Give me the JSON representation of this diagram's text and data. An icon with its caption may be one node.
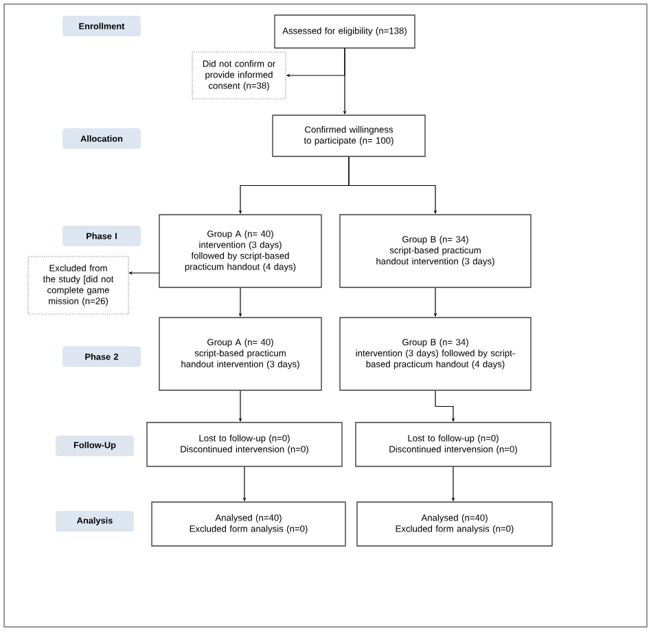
{
  "diagram": {
    "nodes": [
      {
        "text": [
          "Enrollment"
        ]
      },
      {
        "text": [
          "Allocation"
        ]
      },
      {
        "text": [
          "Phase I"
        ]
      },
      {
        "text": [
          "Phase 2"
        ]
      },
      {
        "text": [
          "Follow-Up"
        ]
      },
      {
        "text": [
          "Analysis"
        ]
      },
      {
        "text": [
          "Assessed for eligibility (n=138)"
        ]
      },
      {
        "text": [
          "Did not confirm or provide informed consent (n=38)"
        ]
      },
      {
        "text": [
          "Confirmed willingness to participate (n= 100)"
        ]
      },
      {
        "text": [
          "Group A (n= 40)",
          "intervention (3 days) followed by script-based practicum handout (4 days)"
        ]
      },
      {
        "text": [
          "Group B (n= 34)",
          "script-based practicum handout intervention (3 days)"
        ]
      },
      {
        "text": [
          "Excluded from the study [did not complete game mission (n=26)"
        ]
      },
      {
        "text": [
          "Group A (n= 40)",
          "script-based practicum handout intervention (3 days)"
        ]
      },
      {
        "text": [
          "Group B (n= 34)",
          "intervention (3 days) followed by script-based practicum handout (4 days)"
        ]
      },
      {
        "text": [
          "Lost to follow-up (n=0)",
          "Discontinued intervension (n=0)"
        ]
      },
      {
        "text": [
          "Lost to follow-up (n=0)",
          "Discontinued intervension (n=0)"
        ]
      },
      {
        "text": [
          "Analysed (n=40)",
          "Excluded form analysis (n=0)"
        ]
      },
      {
        "text": [
          "Analysed (n=40)",
          "Excluded form analysis (n=0)"
        ]
      }
    ],
    "edges": [
      {
        "from": 6,
        "to": 8,
        "arrow": "to"
      },
      {
        "from": 6,
        "to": 7,
        "arrow": "to"
      },
      {
        "from": 8,
        "to": 9,
        "arrow": "to"
      },
      {
        "from": 8,
        "to": 10,
        "arrow": "to"
      },
      {
        "from": 9,
        "to": 11,
        "arrow": "to"
      },
      {
        "from": 9,
        "to": 12,
        "arrow": "to"
      },
      {
        "from": 10,
        "to": 13,
        "arrow": "to"
      },
      {
        "from": 12,
        "to": 14,
        "arrow": "to"
      },
      {
        "from": 13,
        "to": 15,
        "arrow": "to"
      },
      {
        "from": 14,
        "to": 16,
        "arrow": "to"
      },
      {
        "from": 15,
        "to": 17,
        "arrow": "to"
      }
    ]
  }
}
